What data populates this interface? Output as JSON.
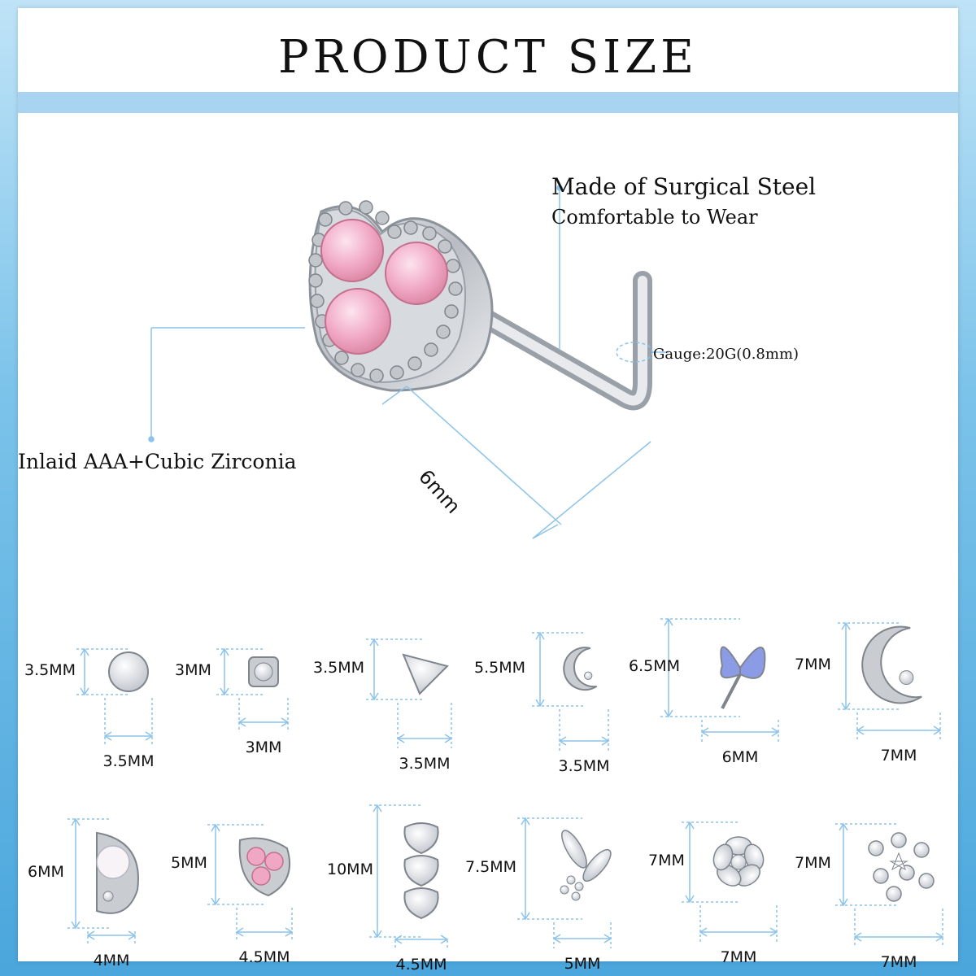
{
  "title": "PRODUCT SIZE",
  "features": {
    "line1": "Made of Surgical Steel",
    "line2": "Comfortable to Wear",
    "gauge": "Gauge:20G(0.8mm)",
    "inlaid": "Inlaid AAA+Cubic Zirconia",
    "main_size": "6mm"
  },
  "colors": {
    "accent_blue": "#a8d4f2",
    "line_blue": "#6fb3e3",
    "pink_gem": "#f4b6cf",
    "steel": "#c9ccd1"
  },
  "row1": [
    {
      "icon": "round-stud-icon",
      "height": "3.5MM",
      "width": "3.5MM"
    },
    {
      "icon": "star-flower-stud-icon",
      "height": "3MM",
      "width": "3MM"
    },
    {
      "icon": "star-stud-icon",
      "height": "3.5MM",
      "width": "3.5MM"
    },
    {
      "icon": "moon-stud-icon",
      "height": "5.5MM",
      "width": "3.5MM"
    },
    {
      "icon": "butterfly-stud-icon",
      "height": "6.5MM",
      "width": "6MM"
    },
    {
      "icon": "crescent-moon-stud-icon",
      "height": "7MM",
      "width": "7MM"
    }
  ],
  "row2": [
    {
      "icon": "opal-teardrop-stud-icon",
      "height": "6MM",
      "width": "4MM"
    },
    {
      "icon": "pink-heart-stud-icon",
      "height": "5MM",
      "width": "4.5MM"
    },
    {
      "icon": "double-heart-stud-icon",
      "height": "10MM",
      "width": "4.5MM"
    },
    {
      "icon": "marquise-butterfly-stud-icon",
      "height": "7.5MM",
      "width": "5MM"
    },
    {
      "icon": "flower-stud-icon",
      "height": "7MM",
      "width": "7MM"
    },
    {
      "icon": "cluster-star-stud-icon",
      "height": "7MM",
      "width": "7MM"
    }
  ]
}
